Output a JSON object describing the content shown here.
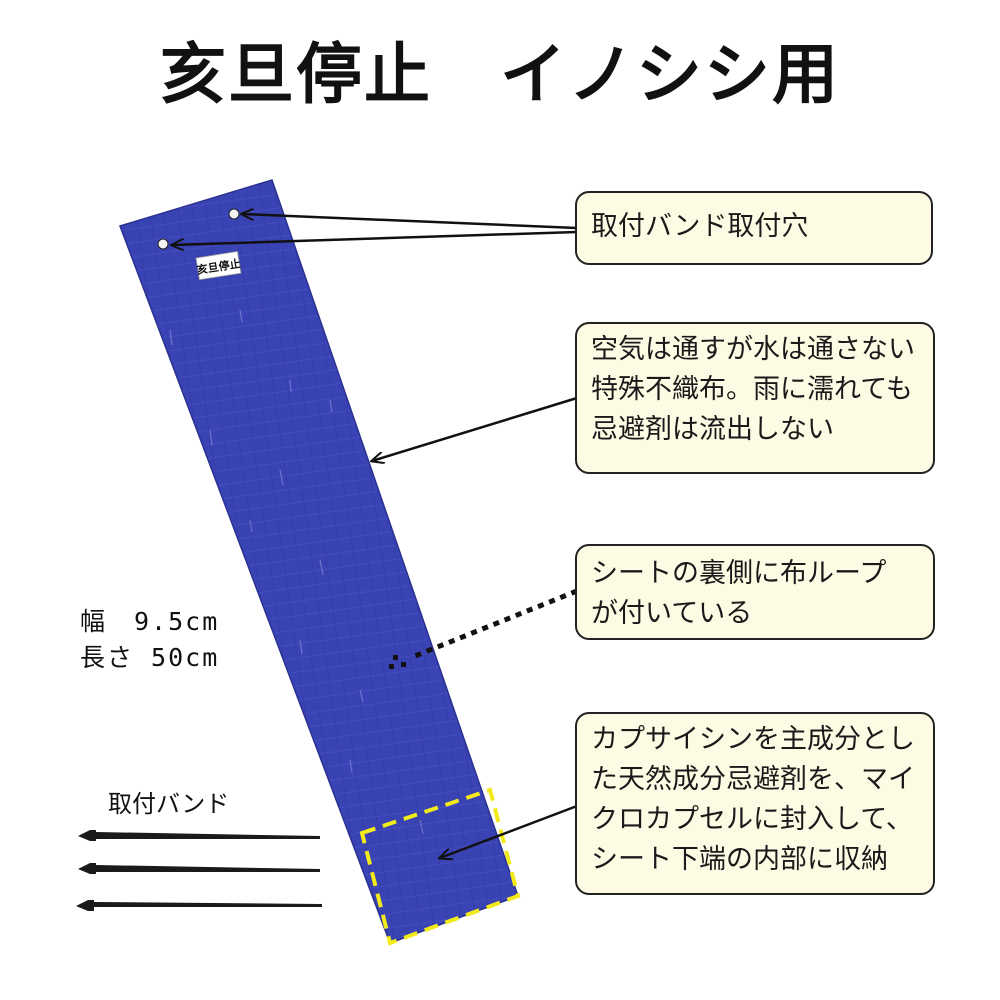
{
  "title": "亥旦停止　イノシシ用",
  "product_label": "亥旦停止",
  "callouts": {
    "mount_holes": "取付バンド取付穴",
    "material": [
      "空気は通すが水は通さない",
      "特殊不織布。雨に濡れても",
      "忌避剤は流出しない"
    ],
    "loop": [
      "シートの裏側に布ループ",
      "が付いている"
    ],
    "capsule": [
      "カプサイシンを主成分とし",
      "た天然成分忌避剤を、マイ",
      "クロカプセルに封入して、",
      "シート下端の内部に収納"
    ]
  },
  "dimensions": {
    "width": "幅　9.5cm",
    "length": "長さ 50cm"
  },
  "band_label": "取付バンド",
  "colors": {
    "sheet": "#3a43b4",
    "callout_bg": "#fdfbe4",
    "highlight_box": "#f2ea1a",
    "band": "#1a1a1a"
  }
}
